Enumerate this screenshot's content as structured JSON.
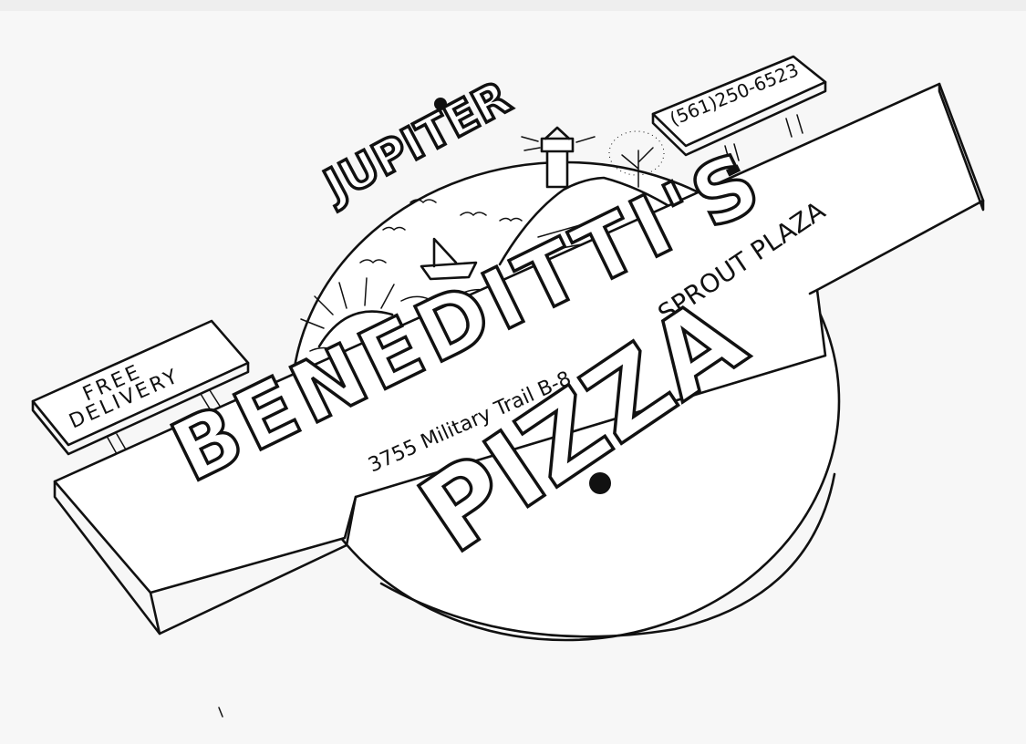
{
  "sign": {
    "town": "JUPITER",
    "phone": "(561)250-6523",
    "name": "BENEDITTI'S",
    "address": "3755 Military Trail B-8",
    "plaza": "SPROUT PLAZA",
    "product": "PIZZA",
    "side_sign_line1": "FREE",
    "side_sign_line2": "DELIVERY"
  },
  "colors": {
    "ink": "#111111",
    "paper": "#f7f7f7"
  }
}
